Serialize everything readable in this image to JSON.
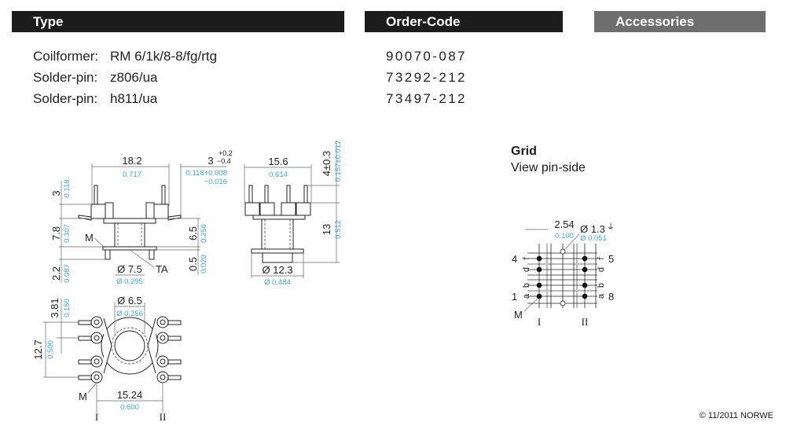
{
  "headers": {
    "type": "Type",
    "order_code": "Order-Code",
    "accessories": "Accessories"
  },
  "items": [
    {
      "label": "Coilformer:",
      "value": "RM 6/1k/8-8/fg/rtg",
      "order_code": "90070-087"
    },
    {
      "label": "Solder-pin:",
      "value": "z806/ua",
      "order_code": "73292-212"
    },
    {
      "label": "Solder-pin:",
      "value": "h811/ua",
      "order_code": "73497-212"
    }
  ],
  "drawing": {
    "front": {
      "width_mm": "18.2",
      "width_in": "0.717",
      "pin_len_mm": "3",
      "pin_len_tol_plus": "+0.2",
      "pin_len_tol_minus": "−0.4",
      "pin_len_in": "0.118+0.008",
      "pin_len_in_minus": "−0.016",
      "top_h_mm": "3",
      "top_h_in": "0.118",
      "body_h_mm": "7.8",
      "body_h_in": "0.307",
      "bottom_h_mm": "2.2",
      "bottom_h_in": "0.087",
      "inner_h_mm": "6.5",
      "inner_h_in": "0.256",
      "flange_mm": "0.5",
      "flange_in": "0.020",
      "core_dia_mm": "Ø 7.5",
      "core_dia_in": "Ø 0.295",
      "label_m": "M",
      "label_ta": "TA"
    },
    "side": {
      "width_mm": "15.6",
      "width_in": "0.614",
      "pin_mm": "4±0.3",
      "pin_in": "0.157±0.012",
      "height_mm": "13",
      "height_in": "0.512",
      "base_dia_mm": "Ø 12.3",
      "base_dia_in": "Ø 0.484"
    },
    "bottom": {
      "pitch_mm": "3.81",
      "pitch_in": "0.150",
      "span_mm": "12.7",
      "span_in": "0.500",
      "hole_mm": "Ø 6.5",
      "hole_in": "Ø 0.256",
      "row_mm": "15.24",
      "row_in": "0.600",
      "label_m": "M",
      "row1": "I",
      "row2": "II"
    }
  },
  "grid": {
    "title": "Grid",
    "subtitle": "View pin-side",
    "pitch_mm": "2.54",
    "pitch_in": "0.100",
    "hole_mm": "Ø 1.3",
    "hole_in": "Ø 0.051",
    "left_pins": [
      "4",
      "1"
    ],
    "right_pins": [
      "5",
      "8"
    ],
    "left_letters": [
      "f",
      "d",
      "b",
      "a"
    ],
    "right_letters": [
      "f",
      "d",
      "b",
      "a"
    ],
    "label_m": "M",
    "row1": "I",
    "row2": "II"
  },
  "footer": {
    "copyright": "© 11/2011 NORWE"
  }
}
